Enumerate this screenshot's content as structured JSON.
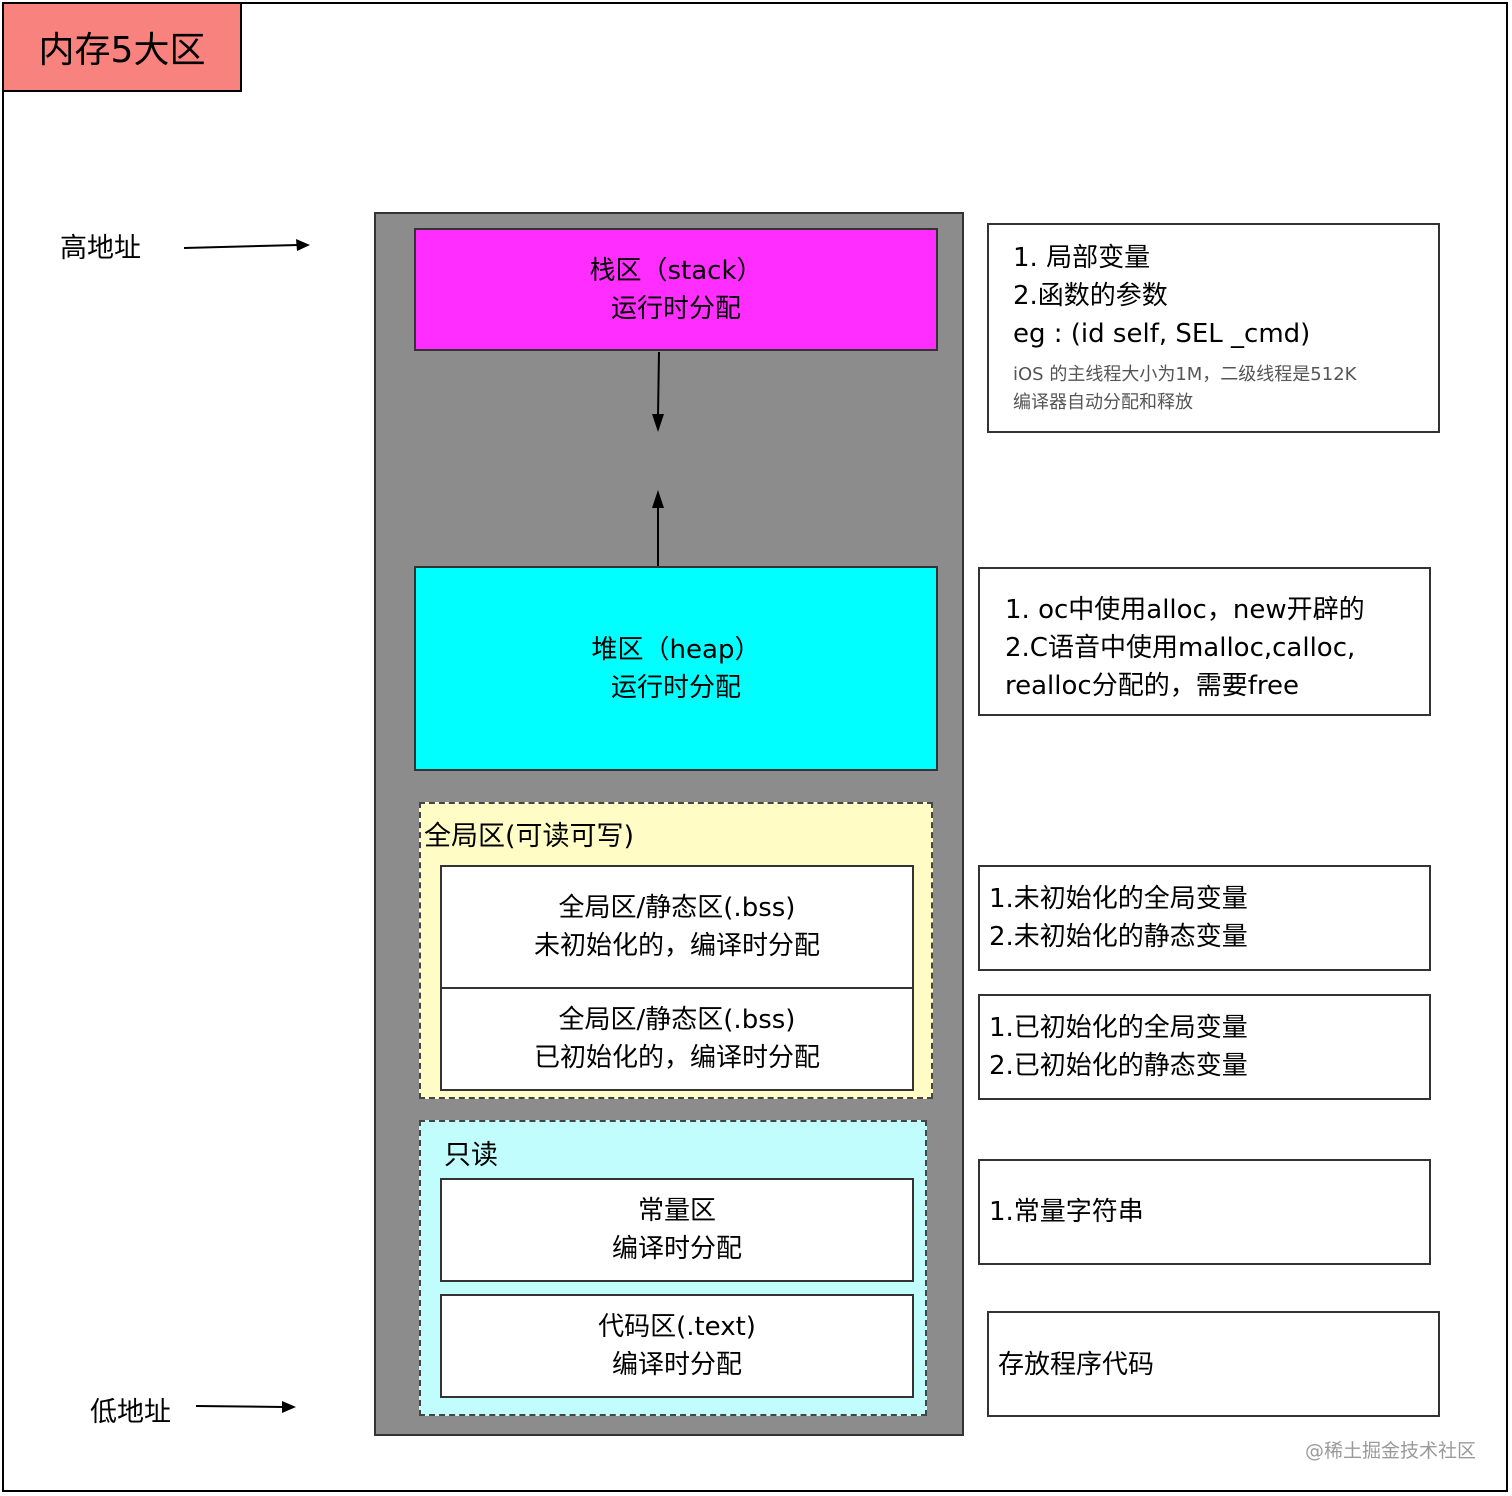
{
  "title": "内存5大区",
  "address": {
    "high": "高地址",
    "low": "低地址"
  },
  "regions": {
    "stack": {
      "line1": "栈区（stack）",
      "line2": "运行时分配"
    },
    "heap": {
      "line1": "堆区（heap）",
      "line2": "运行时分配"
    },
    "global": {
      "label": "全局区(可读可写)",
      "bss": {
        "line1": "全局区/静态区(.bss)",
        "line2": "未初始化的，编译时分配"
      },
      "data": {
        "line1": "全局区/静态区(.bss)",
        "line2": "已初始化的，编译时分配"
      }
    },
    "readonly": {
      "label": "只读",
      "constant": {
        "line1": "常量区",
        "line2": "编译时分配"
      },
      "text": {
        "line1": "代码区(.text)",
        "line2": "编译时分配"
      }
    }
  },
  "notes": {
    "stack": {
      "line1": "1. 局部变量",
      "line2": "2.函数的参数",
      "line3": "eg : (id self, SEL _cmd)",
      "small1": "iOS 的主线程大小为1M，二级线程是512K",
      "small2": "编译器自动分配和释放"
    },
    "heap": {
      "line1": "1. oc中使用alloc，new开辟的",
      "line2": "2.C语音中使用malloc,calloc,",
      "line3": "realloc分配的，需要free"
    },
    "bss": {
      "line1": "1.未初始化的全局变量",
      "line2": "2.未初始化的静态变量"
    },
    "data": {
      "line1": "1.已初始化的全局变量",
      "line2": "2.已初始化的静态变量"
    },
    "constant": {
      "line1": "1.常量字符串"
    },
    "text": {
      "line1": "存放程序代码"
    }
  },
  "watermark": "@稀土掘金技术社区",
  "colors": {
    "title_bg": "#f8837e",
    "column_bg": "#8c8c8c",
    "stack_bg": "#ff2dff",
    "heap_bg": "#00ffff",
    "global_bg": "#fffcc6",
    "readonly_bg": "#c1fdfd"
  }
}
